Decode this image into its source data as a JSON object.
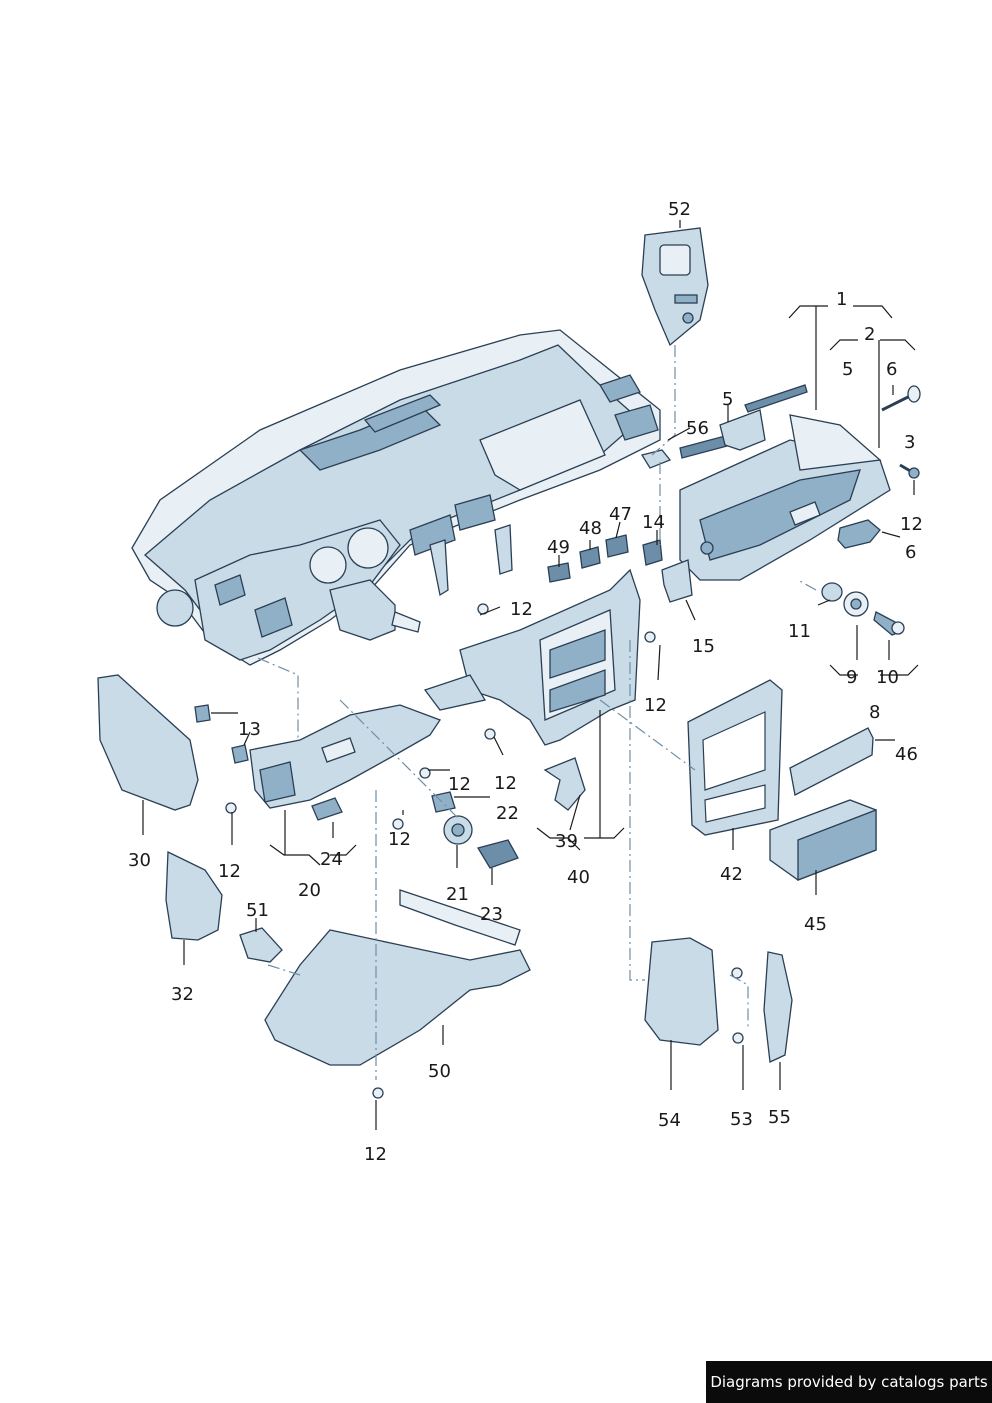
{
  "credit": "Diagrams provided by catalogs parts",
  "callouts": [
    "52",
    "1",
    "2",
    "5",
    "6",
    "5",
    "56",
    "3",
    "12",
    "6",
    "14",
    "47",
    "48",
    "49",
    "12",
    "15",
    "11",
    "9",
    "10",
    "8",
    "46",
    "12",
    "13",
    "12",
    "12",
    "22",
    "12",
    "39",
    "40",
    "42",
    "45",
    "30",
    "12",
    "24",
    "20",
    "21",
    "23",
    "51",
    "32",
    "50",
    "12",
    "54",
    "53",
    "55"
  ]
}
